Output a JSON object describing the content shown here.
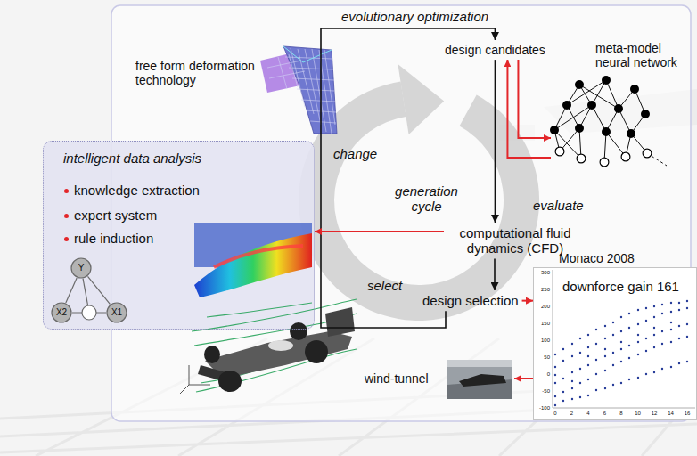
{
  "diagram": {
    "nodes": [
      {
        "text": [
          "design candidates"
        ]
      },
      {
        "text": [
          "meta-model neural network"
        ]
      },
      {
        "text": [
          "intelligent data analysis",
          "knowledge extraction",
          "expert system",
          "rule induction"
        ]
      },
      {
        "text": [
          "Y"
        ],
        "in": 2
      },
      {
        "text": [
          "X2"
        ],
        "in": 2
      },
      {
        "text": [
          "X1"
        ],
        "in": 2
      },
      {
        "text": [
          "computational fluid dynamics (CFD)"
        ]
      },
      {
        "text": [
          "design selection"
        ]
      },
      {
        "text": [
          "Monaco 2008",
          "downforce gain 161",
          "300",
          "250",
          "200",
          "150",
          "100",
          "50",
          "0",
          "-50",
          "-100",
          "0",
          "2",
          "4",
          "6",
          "8",
          "10",
          "12",
          "14",
          "16"
        ]
      },
      {
        "text": [
          "wind-tunnel"
        ]
      }
    ],
    "edges": [
      {
        "from": 0,
        "to": 6,
        "arrow": "to"
      },
      {
        "from": 6,
        "to": 7,
        "arrow": "to"
      },
      {
        "from": 7,
        "to": 0,
        "arrow": "to"
      },
      {
        "from": 0,
        "to": 1,
        "arrow": "to"
      },
      {
        "from": 1,
        "to": 0,
        "arrow": "to"
      },
      {
        "from": 6,
        "to": 2,
        "arrow": "to"
      },
      {
        "from": 7,
        "to": 8,
        "arrow": "to"
      },
      {
        "from": 8,
        "to": 9,
        "arrow": "to"
      },
      {
        "from": 3,
        "to": 4,
        "arrow": "none"
      },
      {
        "from": 3,
        "to": 5,
        "arrow": "none"
      },
      {
        "from": 4,
        "to": 5,
        "arrow": "none"
      }
    ],
    "labels": [
      "evolutionary optimization",
      "free form deformation technology",
      "change",
      "generation cycle",
      "evaluate",
      "select"
    ]
  }
}
